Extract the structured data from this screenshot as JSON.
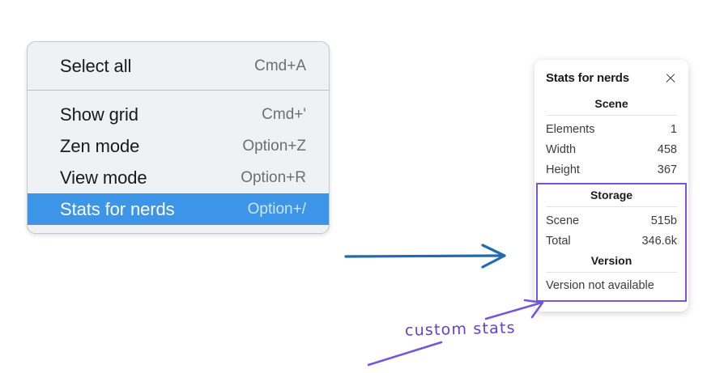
{
  "menu": {
    "groups": [
      {
        "name": "primary",
        "items": [
          {
            "label": "Select all",
            "shortcut": "Cmd+A",
            "selected": false
          }
        ]
      },
      {
        "name": "view",
        "items": [
          {
            "label": "Show grid",
            "shortcut": "Cmd+'",
            "selected": false
          },
          {
            "label": "Zen mode",
            "shortcut": "Option+Z",
            "selected": false
          },
          {
            "label": "View mode",
            "shortcut": "Option+R",
            "selected": false
          },
          {
            "label": "Stats for nerds",
            "shortcut": "Option+/",
            "selected": true
          }
        ]
      }
    ],
    "highlight_color": "#3d95e8"
  },
  "stats_panel": {
    "title": "Stats for nerds",
    "close_icon": "close-icon",
    "sections": [
      {
        "name": "scene",
        "title": "Scene",
        "highlighted": false,
        "rows": [
          {
            "label": "Elements",
            "value": "1"
          },
          {
            "label": "Width",
            "value": "458"
          },
          {
            "label": "Height",
            "value": "367"
          }
        ]
      },
      {
        "name": "storage",
        "title": "Storage",
        "highlighted": true,
        "rows": [
          {
            "label": "Scene",
            "value": "515b"
          },
          {
            "label": "Total",
            "value": "346.6k"
          }
        ]
      },
      {
        "name": "version",
        "title": "Version",
        "highlighted": true,
        "plain_text": "Version not available",
        "rows": []
      }
    ],
    "highlight_border_color": "#7a52e1"
  },
  "annotations": {
    "flow_arrow_color": "#1f6bb0",
    "note_color": "#6040d0",
    "note_text": "custom stats"
  }
}
